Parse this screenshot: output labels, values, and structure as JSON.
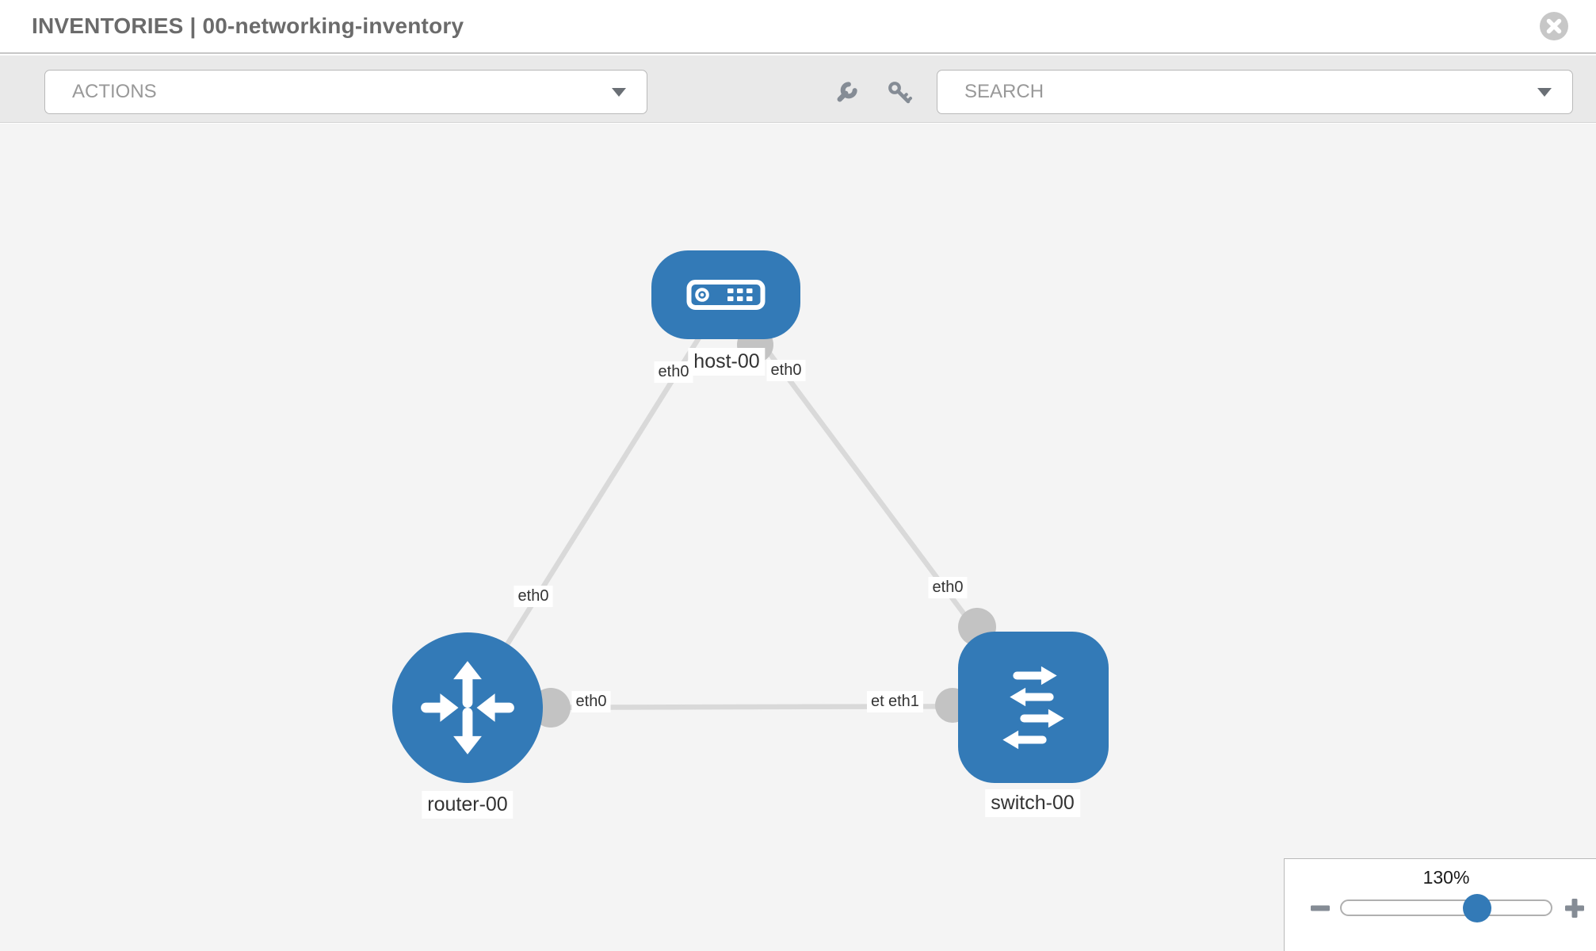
{
  "header": {
    "title": "INVENTORIES | 00-networking-inventory"
  },
  "toolbar": {
    "actions_label": "ACTIONS",
    "search_label": "SEARCH"
  },
  "icons": {
    "close": "x-in-circle",
    "wrench": "wrench",
    "key": "key",
    "dropdown_caret": "chevron-down",
    "zoom_out": "minus",
    "zoom_in": "plus"
  },
  "topology": {
    "nodes": [
      {
        "id": "host-00",
        "type": "host",
        "label": "host-00"
      },
      {
        "id": "router-00",
        "type": "router",
        "label": "router-00"
      },
      {
        "id": "switch-00",
        "type": "switch",
        "label": "switch-00"
      }
    ],
    "links": [
      {
        "source": "host-00",
        "target": "router-00",
        "source_interface": "eth0",
        "target_interface": "eth0"
      },
      {
        "source": "host-00",
        "target": "switch-00",
        "source_interface": "eth0",
        "target_interface": "eth0"
      },
      {
        "source": "router-00",
        "target": "switch-00",
        "source_interface": "eth0",
        "target_interface": "eth1"
      }
    ]
  },
  "zoom_control": {
    "value": "130%"
  },
  "colors": {
    "node_fill": "#337ab7",
    "link_stroke": "#d9d9d9",
    "endpoint_fill": "#c3c3c3",
    "toolbar_bg": "#e9e9e9",
    "canvas_bg": "#f4f4f4",
    "icon_gray": "#858c95"
  }
}
